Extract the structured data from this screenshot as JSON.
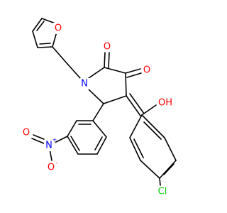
{
  "molecule": {
    "atom_labels": {
      "furan_o": "O",
      "ketone_o_top": "O",
      "ketone_o_right": "O",
      "ring_n": "N",
      "hydroxyl": "OH",
      "nitro_n": "N",
      "nitro_n_charge": "+",
      "nitro_o_left": "O",
      "nitro_o_bottom": "O",
      "nitro_o_charge": "-",
      "chloro": "Cl"
    },
    "colors": {
      "bond": "#000000",
      "oxygen": "#ff0000",
      "nitrogen": "#0000ff",
      "chlorine": "#00cc00"
    }
  }
}
